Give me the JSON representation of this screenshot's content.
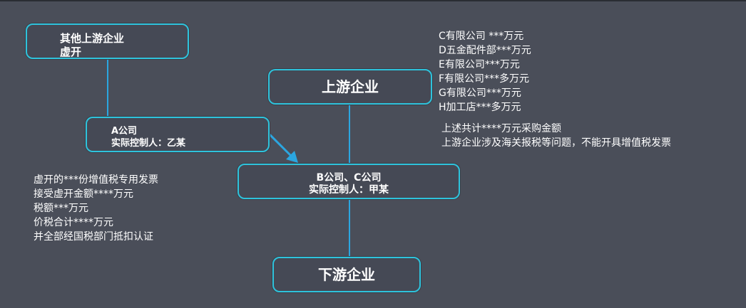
{
  "nodes": {
    "other_upstream": {
      "line1": "其他上游企业",
      "line2": "虚开"
    },
    "company_a": {
      "line1": "A公司",
      "line2": "实际控制人：乙某"
    },
    "upstream": {
      "line1": "上游企业"
    },
    "company_bc": {
      "line1": "B公司、C公司",
      "line2": "实际控制人：甲某"
    },
    "downstream": {
      "line1": "下游企业"
    }
  },
  "supplier_list": [
    "C有限公司 ***万元",
    "D五金配件部***万元",
    "E有限公司***万元",
    "F有限公司***多万元",
    "G有限公司***万元",
    "H加工店***多万元"
  ],
  "summary_list": [
    "上述共计****万元采购金额",
    "上游企业涉及海关报税等问题，不能开具增值税发票"
  ],
  "invoice_list": [
    "虚开的***份增值税专用发票",
    "接受虚开金额****万元",
    "税额***万元",
    "价税合计****万元",
    "并全部经国税部门抵扣认证"
  ],
  "colors": {
    "background": "#4a4e59",
    "border": "#2ec3dc",
    "arrow": "#2ba6e0",
    "text": "#ffffff"
  }
}
